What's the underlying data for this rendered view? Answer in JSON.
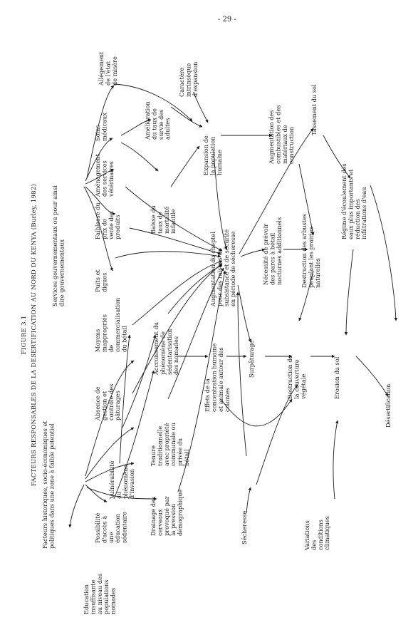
{
  "page_number": "- 29 -",
  "figure": {
    "label": "FIGURE 3.1",
    "title": "FACTEURS RESPONSABLES DE LA DESERTIFICATION AU NORD DU KENYA (Burley, 1982)"
  },
  "roots": {
    "left": "Facteurs historiques, socio-économiques et politiques dans une zone à faible potentiel",
    "right": "Services gouvernementaux ou pour ainsi dire gouvernementaux"
  },
  "factors": {
    "education": "Education insuffisante au niveau des populations nomades",
    "sedentaire": "Possibilité d'accès à une éducation sédentaire",
    "vulnerabilite": "Vulnérabilité au phénomène d'invasion",
    "gestion": "Absence de gestion et contrôle des pâturages",
    "moyens": "Moyens inappropriés de commercialisation du bétail",
    "puits": "Puits et digues",
    "faiblesse": "Faiblesse du prix de vente des produits",
    "amenagement": "Aménagement des services vétérinaires",
    "soins": "Soins médicaux",
    "allegement": "Allégement de l'état de misère",
    "drainage": "Drainage des cerveaux provoqué par la pression démographique",
    "tenure": "Tenure traditionnelle avec propriété communale ou privée du bétail",
    "accroissement": "Accroissement du phénomène de sédentarisation des nomades",
    "baisse": "Baisse du taux de mortalité infantile",
    "amelioration": "Amélioration du taux de survie des adultes",
    "caractere": "Caractère intrinsèque d'expansion",
    "expansion": "Expansion de la population humaine",
    "effets": "Effets de la concentration humaine et animale autour des colonies",
    "augmentation_cheptel": "Augmentation du cheptel pour des raisons de subsistance et de sécurité en période de sécheresse",
    "necessite": "Nécessité de prévoir des parcs à bétail nocturnes additionnels",
    "combustibles": "Augmentation des combustibles et des matériaux de construction",
    "tassement": "Tassement du sol",
    "destruction_arbustes": "Destruction des arbustes peuplant les prairies naturelles",
    "regime": "Régime d'écoulement des eaux plus importants et réduction des infiltrations d'eau",
    "secheresse": "Sécheresse",
    "surpaturage": "Surpâturage",
    "destruction_couverture": "Destruction de la couverture végétale",
    "erosion": "Erosion du sol",
    "variations": "Variations des conditions climatiques",
    "desertification": "Désertification"
  }
}
